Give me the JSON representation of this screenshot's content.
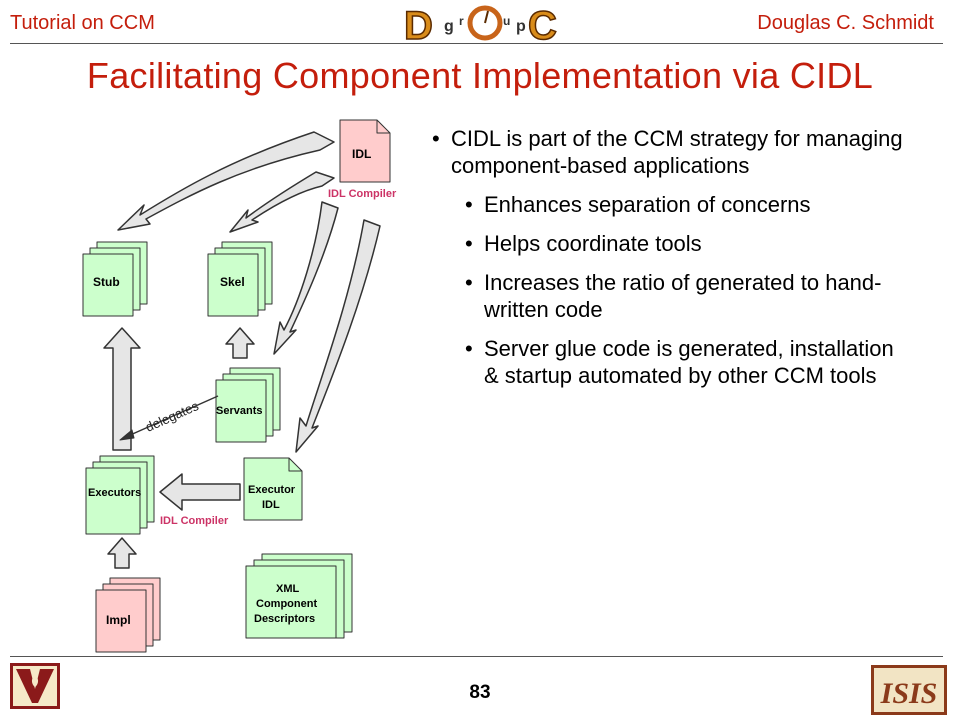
{
  "header": {
    "left_text": "Tutorial on CCM",
    "right_text": "Douglas C. Schmidt",
    "logo_letters": [
      "D",
      "g",
      "r",
      "o",
      "u",
      "p",
      "C"
    ]
  },
  "slide": {
    "title": "Facilitating Component Implementation via CIDL",
    "bullets": [
      {
        "level": 1,
        "text": "CIDL is part of the CCM strategy for managing component-based applications"
      },
      {
        "level": 2,
        "text": "Enhances separation of concerns"
      },
      {
        "level": 2,
        "text": "Helps coordinate tools"
      },
      {
        "level": 2,
        "text": "Increases the ratio of generated to hand-written code"
      },
      {
        "level": 2,
        "text": "Server glue code is generated, installation & startup automated by other CCM tools"
      }
    ],
    "bullet_glyph": "•"
  },
  "diagram": {
    "idl": "IDL",
    "idl_compiler_top": "IDL Compiler",
    "stub": "Stub",
    "skel": "Skel",
    "servants": "Servants",
    "delegates": "delegates",
    "executors": "Executors",
    "executor_idl_line1": "Executor",
    "executor_idl_line2": "IDL",
    "idl_compiler_bottom": "IDL Compiler",
    "impl": "Impl",
    "xml_line1": "XML",
    "xml_line2": "Component",
    "xml_line3": "Descriptors",
    "colors": {
      "green_doc": "#ccffcc",
      "pink_doc": "#ffcccc",
      "compiler_label": "#cc3366",
      "arrow_fill": "#e6e6e6"
    }
  },
  "footer": {
    "page_number": "83",
    "logo_right_text": "ISIS"
  }
}
